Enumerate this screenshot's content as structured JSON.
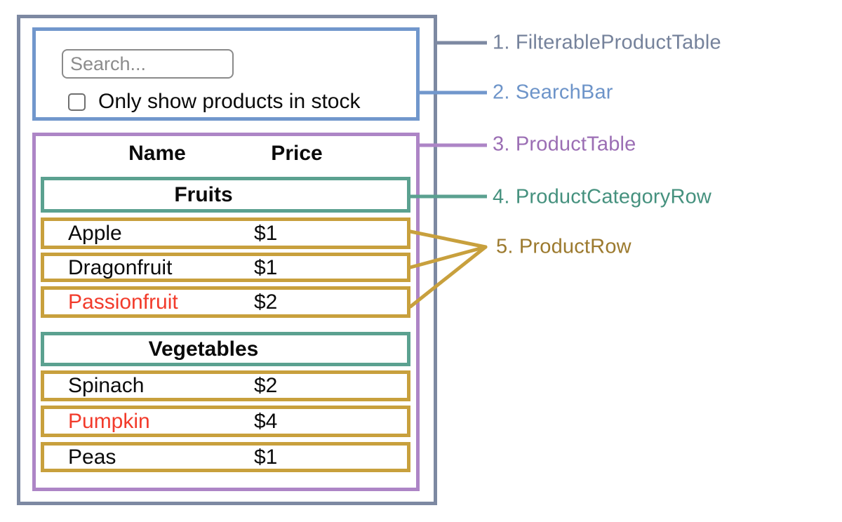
{
  "colors": {
    "outer_border": "#7d89a2",
    "search_bar_border": "#7197cc",
    "product_table_border": "#ad85c6",
    "category_row_border": "#5ba190",
    "product_row_border": "#c8a03d",
    "out_of_stock_text": "#f23b2b",
    "legend_1": "#75829b",
    "legend_2": "#6d94c9",
    "legend_3": "#9b6eb4",
    "legend_4": "#45917e",
    "legend_5": "#9c7a2e"
  },
  "search_bar": {
    "input_placeholder": "Search...",
    "input_value": "",
    "checkbox_checked": false,
    "checkbox_label": "Only show products in stock"
  },
  "table": {
    "columns": {
      "name": "Name",
      "price": "Price"
    },
    "sections": [
      {
        "category": "Fruits",
        "rows": [
          {
            "name": "Apple",
            "price": "$1",
            "out_of_stock": false
          },
          {
            "name": "Dragonfruit",
            "price": "$1",
            "out_of_stock": false
          },
          {
            "name": "Passionfruit",
            "price": "$2",
            "out_of_stock": true
          }
        ]
      },
      {
        "category": "Vegetables",
        "rows": [
          {
            "name": "Spinach",
            "price": "$2",
            "out_of_stock": false
          },
          {
            "name": "Pumpkin",
            "price": "$4",
            "out_of_stock": true
          },
          {
            "name": "Peas",
            "price": "$1",
            "out_of_stock": false
          }
        ]
      }
    ]
  },
  "legend": [
    {
      "label": "1. FilterableProductTable"
    },
    {
      "label": "2. SearchBar"
    },
    {
      "label": "3. ProductTable"
    },
    {
      "label": "4. ProductCategoryRow"
    },
    {
      "label": "5. ProductRow"
    }
  ]
}
